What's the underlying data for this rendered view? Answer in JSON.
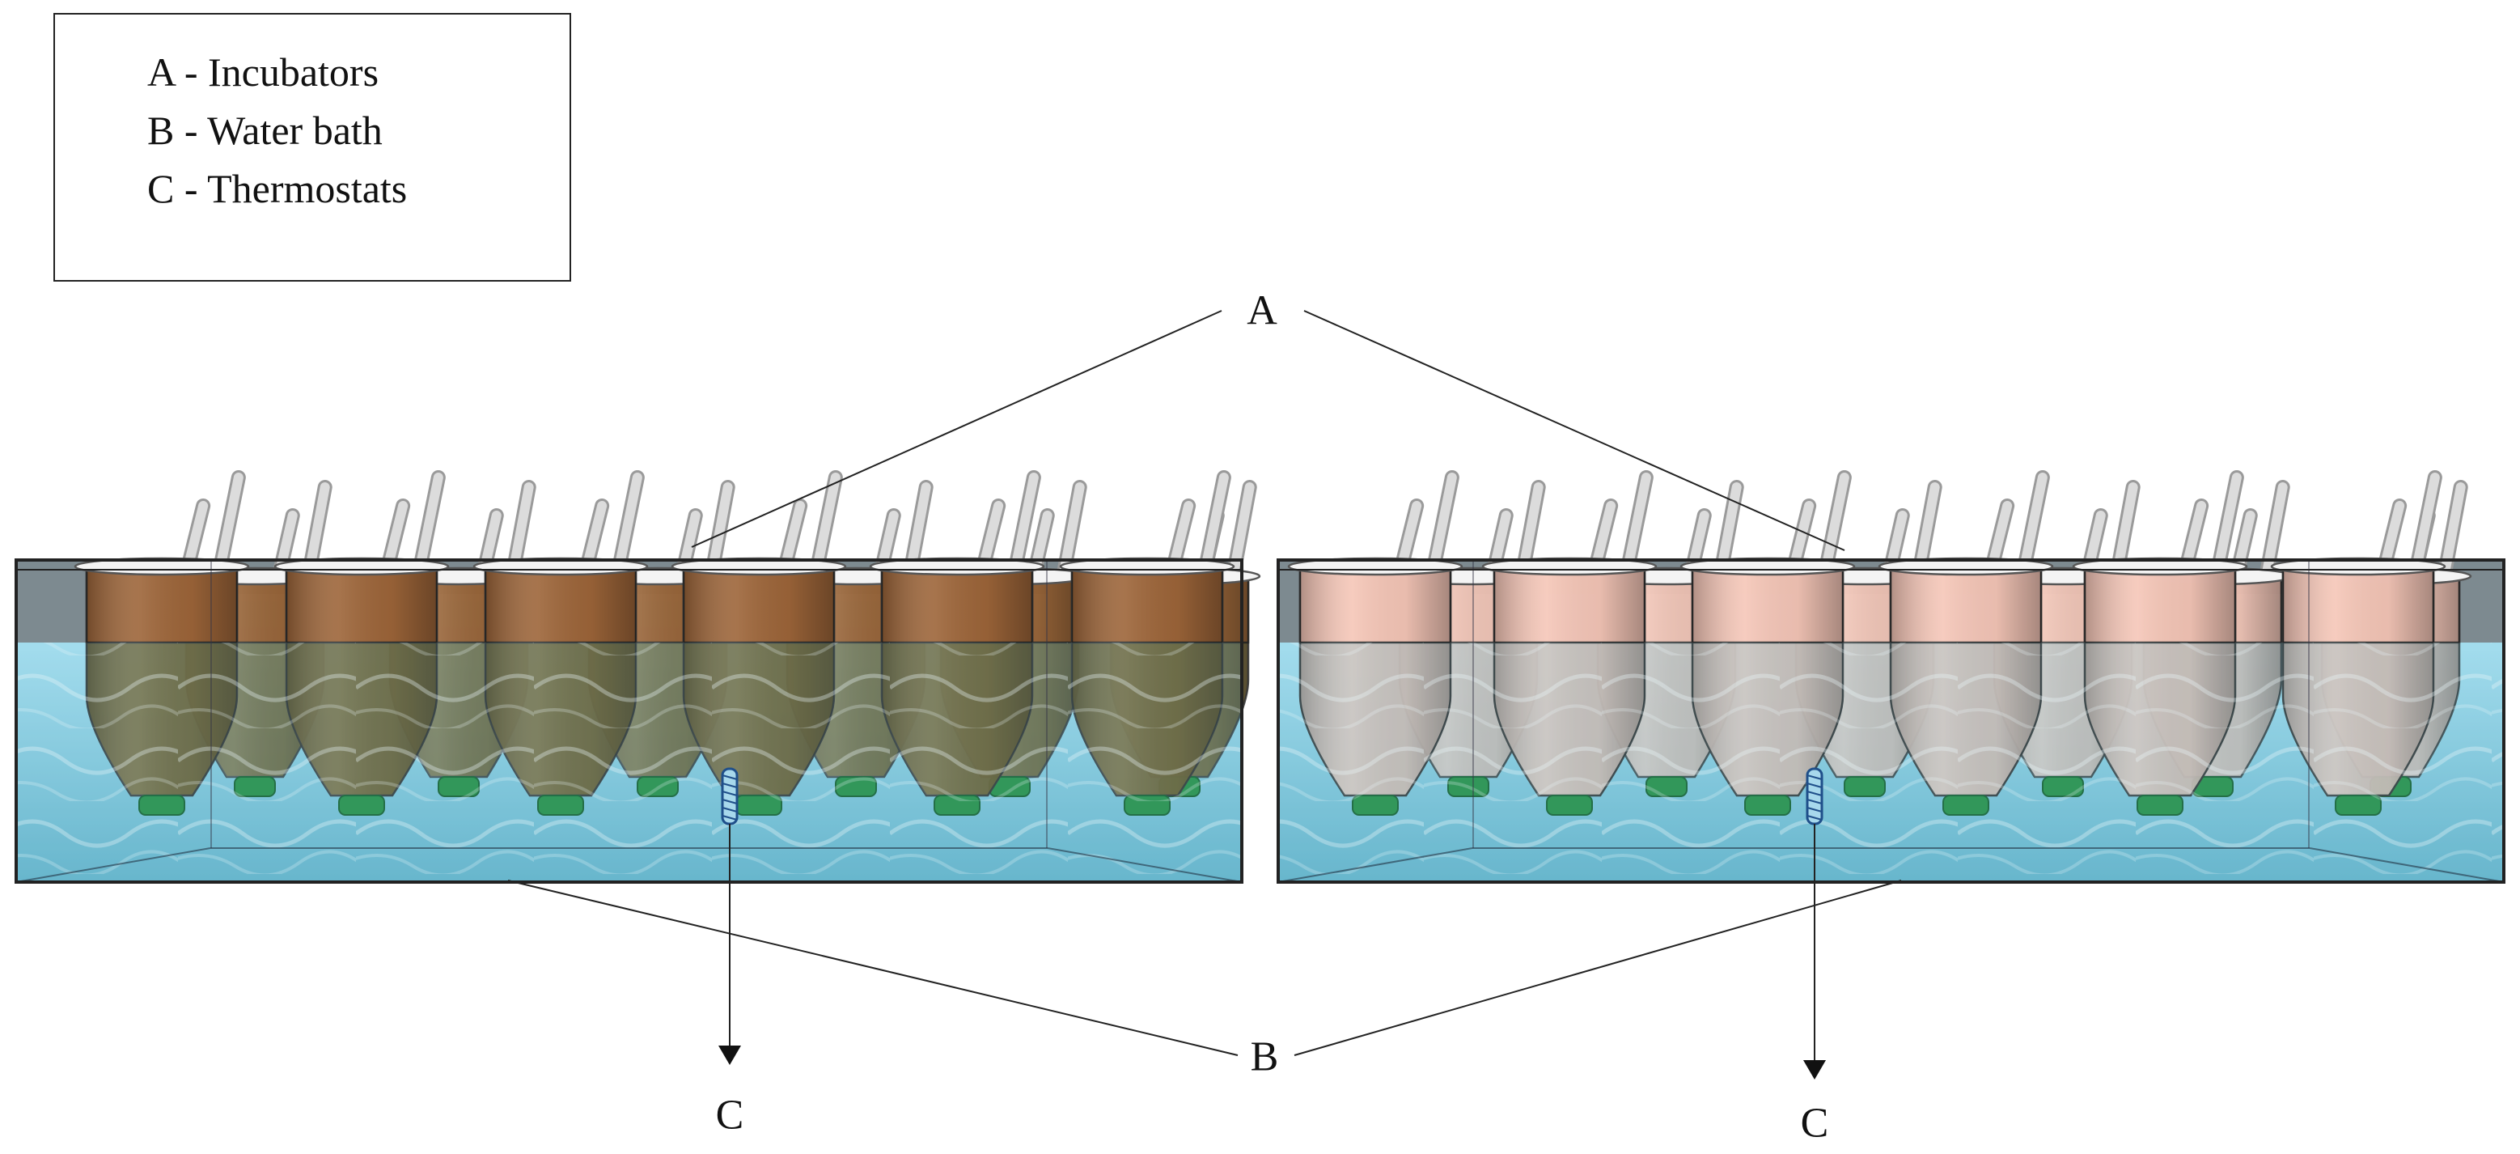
{
  "legend": {
    "items": [
      "A - Incubators",
      "B - Water bath",
      "C - Thermostats"
    ]
  },
  "callouts": {
    "a": "A",
    "b": "B",
    "c_left": "C",
    "c_right": "C"
  },
  "tanks": [
    {
      "name": "left-tank",
      "bottle_fill": "#a0663a",
      "bottle_fill_water": "#6b5a28"
    },
    {
      "name": "right-tank",
      "bottle_fill": "#f7c7b8",
      "bottle_fill_water": "#d9c0b6"
    }
  ],
  "colors": {
    "water": "#8fd0e4",
    "water_dark": "#4f9fb5",
    "bottle_cap": "#1e8a3c",
    "tank_frame": "#222222",
    "tube": "#dcdcdc"
  }
}
